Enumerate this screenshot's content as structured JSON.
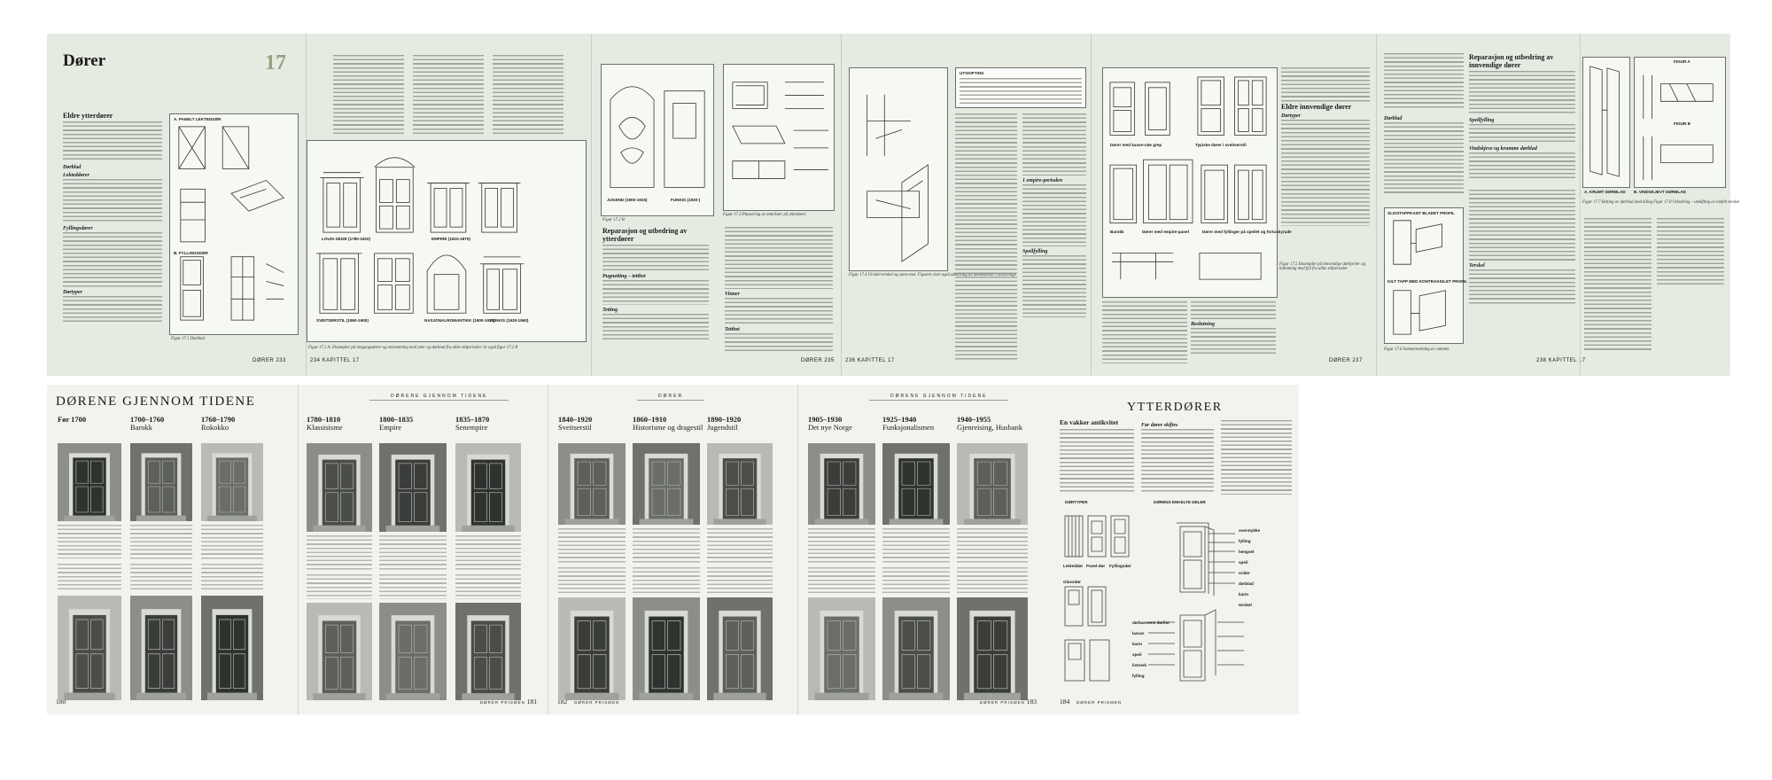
{
  "top_spread": {
    "page_233": {
      "chapter_title": "Dører",
      "chapter_number": "17",
      "section_title": "Eldre ytterdører",
      "subhead_1": "Dørblad",
      "subhead_2": "Lekteddører",
      "subhead_3": "Fyllingsdører",
      "subhead_4": "Dørtyper",
      "figure_labels": [
        "A. PANELT LEKTEDDØR",
        "B. FYLLINGSDØR"
      ],
      "figure_caption": "Figur 17.1 Dørblad",
      "footer": "DØRER   233"
    },
    "page_234": {
      "figure_labels": [
        "LOUIS-SEIZE (1780-1810)",
        "EMPIRE (1810-1870)",
        "SVEITSERSTIL (1860-1900)",
        "NASJONALROMANTIKK (1900-1920)",
        "FUNKIS (1930-1960)"
      ],
      "figure_caption": "Figur 17.2 A. Eksempler på inngangsdører og omramming med ytter og dørblad fra ulike stilperioder. Se også figur 17.2 B",
      "footer": "234   KAPITTEL 17"
    },
    "page_235": {
      "figure_labels": [
        "JUGEND (1900-1915)",
        "FUNKIS (1930-)"
      ],
      "figure_caption_a": "Figur 17.2 B",
      "figure_caption_b": "Figur 17.3 Plassering av tettelister på ytterdører",
      "section_title": "Reparasjon og utbedring av ytterdører",
      "subhead_1": "Pugnetting – tetthet",
      "subhead_2": "Tetting",
      "subhead_3": "Vinner",
      "subhead_4": "Tetthet",
      "footer": "DØRER   235"
    },
    "page_236": {
      "figure_caption": "Figur 17.4 Utvidet terskel og sams-mot. Figuren viser også utbedring av heltekstrede i trestilvinge",
      "box_label": "UTSKIFTING",
      "bullet_1": "1 empire-perioden",
      "subhead_1": "Speilfylling",
      "footer": "236   KAPITTEL 17"
    },
    "page_237": {
      "figure_labels": [
        "Dører med kasse-rate grep",
        "Typiske dører i sveitserstil",
        "Barokk",
        "Dører med fyllinger på speilet og fortuskyrade",
        "Dører med empire-panel"
      ],
      "figure_caption": "Figur 17.5 Eksempler på innvendige dørhjerter og hidimning med fyll fra ulike stilperioder",
      "section_title": "Eldre innvendige dører",
      "subhead_1": "Dørtyper",
      "subhead_2": "Beslutning",
      "footer": "DØRER   237"
    },
    "page_238": {
      "section_title": "Reparasjon og utbedring av innvendige dører",
      "subhead_1": "Dørblad",
      "subhead_2": "Speilfylling",
      "subhead_3": "Vindskjeve og krumme dørblad",
      "subhead_4": "Terskel",
      "figure_labels": [
        "SLISSTAPPKANT BLADET PROFIL",
        "KILT TAPP MED KONTRAKKILET PROFIL"
      ],
      "figure_caption": "Figur 17.6 Sammensetning av rammer",
      "footer": "238   KAPITTEL 17"
    },
    "page_239": {
      "figure_labels": [
        "FIGUR A",
        "FIGUR B",
        "A. KRUMT DØRBLAD",
        "B. VINDSKJEVT DØRBLAD"
      ],
      "figure_caption_a": "Figur 17.7 Retting av dørblad med kiling",
      "figure_caption_b": "Figur 17.8 Utbedring – utskifting av innfelt terskel"
    }
  },
  "bottom_spread": {
    "title": "DØRENE GJENNOM TIDENE",
    "running_head": "DØRENE GJENNOM TIDENE",
    "running_head_2": "DØRER",
    "periods": [
      {
        "years": "Før 1700",
        "name": ""
      },
      {
        "years": "1700–1760",
        "name": "Barokk"
      },
      {
        "years": "1760–1790",
        "name": "Rokokko"
      },
      {
        "years": "1780–1810",
        "name": "Klassisisme"
      },
      {
        "years": "1800–1835",
        "name": "Empire"
      },
      {
        "years": "1835–1870",
        "name": "Senempire"
      },
      {
        "years": "1840–1920",
        "name": "Sveitserstil"
      },
      {
        "years": "1860–1910",
        "name": "Historisme og dragestil"
      },
      {
        "years": "1890–1920",
        "name": "Jugendstil"
      },
      {
        "years": "1905–1930",
        "name": "Det nye Norge"
      },
      {
        "years": "1925–1940",
        "name": "Funksjonalismen"
      },
      {
        "years": "1940–1955",
        "name": "Gjenreising, Husbank"
      }
    ],
    "page_numbers": {
      "p180": "180",
      "p180_label": "",
      "p181": "181",
      "p181_label": "DØRER PRISMEN",
      "p182": "182",
      "p182_label": "DØRER PRISMEN",
      "p183": "183",
      "p183_label": "DØRER PRISMEN",
      "p184": "184",
      "p184_label": "DØRER PRISMEN"
    },
    "ytterdorer": {
      "title": "YTTERDØRER",
      "subtitle": "En vakker antikvitet",
      "col2_head": "Før dører skiftes",
      "fig1_label": "DØRTYPER",
      "fig2_label": "DØRENS ENKELTE DELER",
      "fig1_sublabels": [
        "Lekteddør",
        "Panel-dør",
        "Fyllingsdør",
        "Glassdør"
      ],
      "parts_labels": [
        "overstykke",
        "fylling",
        "hengsel",
        "speil",
        "vrider",
        "dørblad",
        "karm",
        "terskel"
      ],
      "parts_labels_2": [
        "dørkarmens dørlist",
        "lasvar",
        "karm",
        "speil",
        "listverk",
        "fylling"
      ]
    }
  }
}
